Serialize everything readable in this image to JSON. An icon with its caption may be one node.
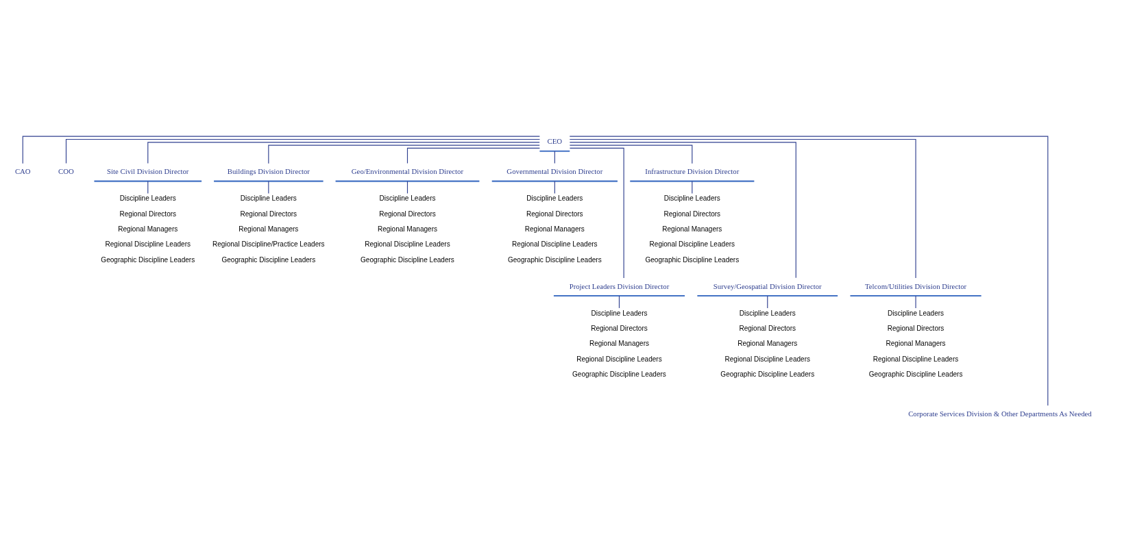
{
  "diagram": {
    "nodes": [
      {
        "text": [
          "CEO"
        ]
      },
      {
        "text": [
          "CAO"
        ]
      },
      {
        "text": [
          "COO"
        ]
      },
      {
        "text": [
          "Site Civil Division Director"
        ]
      },
      {
        "text": [
          "Discipline Leaders",
          "Regional Directors",
          "Regional Managers",
          "Regional Discipline Leaders",
          "Geographic Discipline Leaders"
        ]
      },
      {
        "text": [
          "Buildings Division Director"
        ]
      },
      {
        "text": [
          "Discipline Leaders",
          "Regional Directors",
          "Regional Managers",
          "Regional Discipline/Practice Leaders",
          "Geographic Discipline Leaders"
        ]
      },
      {
        "text": [
          "Geo/Environmental Division Director"
        ]
      },
      {
        "text": [
          "Discipline Leaders",
          "Regional Directors",
          "Regional Managers",
          "Regional Discipline Leaders",
          "Geographic Discipline Leaders"
        ]
      },
      {
        "text": [
          "Governmental Division Director"
        ]
      },
      {
        "text": [
          "Discipline Leaders",
          "Regional Directors",
          "Regional Managers",
          "Regional Discipline Leaders",
          "Geographic Discipline Leaders"
        ]
      },
      {
        "text": [
          "Infrastructure Division Director"
        ]
      },
      {
        "text": [
          "Discipline Leaders",
          "Regional Directors",
          "Regional Managers",
          "Regional Discipline Leaders",
          "Geographic Discipline Leaders"
        ]
      },
      {
        "text": [
          "Project Leaders Division Director"
        ]
      },
      {
        "text": [
          "Discipline Leaders",
          "Regional Directors",
          "Regional Managers",
          "Regional Discipline Leaders",
          "Geographic Discipline Leaders"
        ]
      },
      {
        "text": [
          "Survey/Geospatial Division Director"
        ]
      },
      {
        "text": [
          "Discipline Leaders",
          "Regional Directors",
          "Regional Managers",
          "Regional Discipline Leaders",
          "Geographic Discipline Leaders"
        ]
      },
      {
        "text": [
          "Telcom/Utilities Division Director"
        ]
      },
      {
        "text": [
          "Discipline Leaders",
          "Regional Directors",
          "Regional Managers",
          "Regional Discipline Leaders",
          "Geographic Discipline Leaders"
        ]
      },
      {
        "text": [
          "Corporate Services Division & Other Departments As Needed"
        ]
      }
    ],
    "edges": [
      {
        "from": 0,
        "to": 1,
        "arrow": "none"
      },
      {
        "from": 0,
        "to": 2,
        "arrow": "none"
      },
      {
        "from": 0,
        "to": 3,
        "arrow": "none"
      },
      {
        "from": 0,
        "to": 5,
        "arrow": "none"
      },
      {
        "from": 0,
        "to": 7,
        "arrow": "none"
      },
      {
        "from": 0,
        "to": 9,
        "arrow": "none"
      },
      {
        "from": 0,
        "to": 11,
        "arrow": "none"
      },
      {
        "from": 0,
        "to": 13,
        "arrow": "none"
      },
      {
        "from": 0,
        "to": 15,
        "arrow": "none"
      },
      {
        "from": 0,
        "to": 17,
        "arrow": "none"
      },
      {
        "from": 0,
        "to": 19,
        "arrow": "none"
      },
      {
        "from": 3,
        "to": 4,
        "arrow": "none"
      },
      {
        "from": 5,
        "to": 6,
        "arrow": "none"
      },
      {
        "from": 7,
        "to": 8,
        "arrow": "none"
      },
      {
        "from": 9,
        "to": 10,
        "arrow": "none"
      },
      {
        "from": 11,
        "to": 12,
        "arrow": "none"
      },
      {
        "from": 13,
        "to": 14,
        "arrow": "none"
      },
      {
        "from": 15,
        "to": 16,
        "arrow": "none"
      },
      {
        "from": 17,
        "to": 18,
        "arrow": "none"
      }
    ]
  }
}
